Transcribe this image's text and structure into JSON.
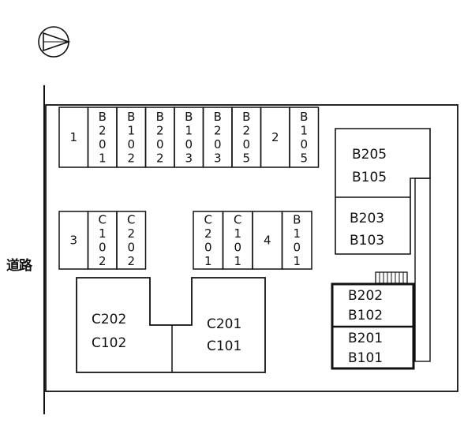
{
  "road_label": "道路",
  "north_arrow_icon": "north-arrow-icon",
  "parking_top_row": [
    {
      "id": "1",
      "lines": [
        "1"
      ]
    },
    {
      "id": "B201",
      "lines": [
        "B",
        "2",
        "0",
        "1"
      ]
    },
    {
      "id": "B102",
      "lines": [
        "B",
        "1",
        "0",
        "2"
      ]
    },
    {
      "id": "B202",
      "lines": [
        "B",
        "2",
        "0",
        "2"
      ]
    },
    {
      "id": "B103",
      "lines": [
        "B",
        "1",
        "0",
        "3"
      ]
    },
    {
      "id": "B203",
      "lines": [
        "B",
        "2",
        "0",
        "3"
      ]
    },
    {
      "id": "B205",
      "lines": [
        "B",
        "2",
        "0",
        "5"
      ]
    },
    {
      "id": "2",
      "lines": [
        "2"
      ]
    },
    {
      "id": "B105",
      "lines": [
        "B",
        "1",
        "0",
        "5"
      ]
    }
  ],
  "parking_middle_left": [
    {
      "id": "3",
      "lines": [
        "3"
      ]
    },
    {
      "id": "C102",
      "lines": [
        "C",
        "1",
        "0",
        "2"
      ]
    },
    {
      "id": "C202",
      "lines": [
        "C",
        "2",
        "0",
        "2"
      ]
    }
  ],
  "parking_middle_right": [
    {
      "id": "C201",
      "lines": [
        "C",
        "2",
        "0",
        "1"
      ]
    },
    {
      "id": "C101",
      "lines": [
        "C",
        "1",
        "0",
        "1"
      ]
    },
    {
      "id": "4",
      "lines": [
        "4"
      ]
    },
    {
      "id": "B101",
      "lines": [
        "B",
        "1",
        "0",
        "1"
      ]
    }
  ],
  "building_c_left": {
    "upper": "C202",
    "lower": "C102"
  },
  "building_c_right": {
    "upper": "C201",
    "lower": "C101"
  },
  "building_b_units": [
    {
      "upper": "B205",
      "lower": "B105"
    },
    {
      "upper": "B203",
      "lower": "B103"
    },
    {
      "upper": "B202",
      "lower": "B102"
    },
    {
      "upper": "B201",
      "lower": "B101"
    }
  ],
  "colors": {
    "line": "#111111",
    "background": "#ffffff"
  }
}
